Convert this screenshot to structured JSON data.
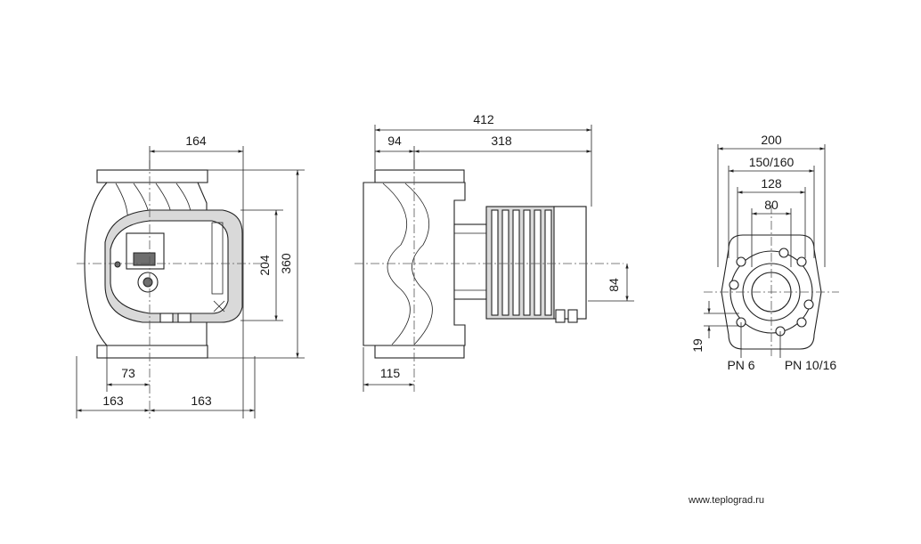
{
  "front_view": {
    "dim_width_top": "164",
    "dim_height_inner": "204",
    "dim_height_total": "360",
    "dim_offset": "73",
    "dim_left_half": "163",
    "dim_right_half": "163"
  },
  "side_view": {
    "dim_total_length": "412",
    "dim_port": "94",
    "dim_motor": "318",
    "dim_axis_height": "84",
    "dim_base": "115"
  },
  "flange_view": {
    "dim_outer": "200",
    "dim_bolt_circle": "150/160",
    "dim_inner": "128",
    "dim_bore": "80",
    "dim_hole": "19",
    "label_pn6": "PN 6",
    "label_pn1016": "PN 10/16"
  },
  "footer": {
    "url": "www.teplograd.ru"
  }
}
